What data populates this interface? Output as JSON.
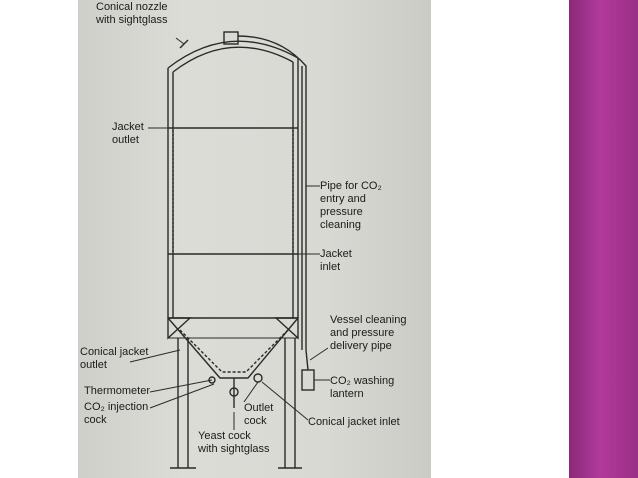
{
  "slide": {
    "accent_color": "#a3348f",
    "background_color": "#ffffff"
  },
  "diagram": {
    "labels": {
      "conical_nozzle": "Conical nozzle\nwith sightglass",
      "jacket_outlet": "Jacket\noutlet",
      "pipe_co2": "Pipe for CO₂\nentry and\npressure\ncleaning",
      "jacket_inlet": "Jacket\ninlet",
      "vessel_cleaning": "Vessel cleaning\nand pressure\ndelivery pipe",
      "conical_jacket_outlet": "Conical jacket\noutlet",
      "co2_washing_lantern": "CO₂ washing\nlantern",
      "thermometer": "Thermometer",
      "co2_injection_cock": "CO₂ injection\ncock",
      "outlet_cock": "Outlet\ncock",
      "conical_jacket_inlet": "Conical jacket inlet",
      "yeast_cock": "Yeast cock\nwith sightglass"
    }
  }
}
